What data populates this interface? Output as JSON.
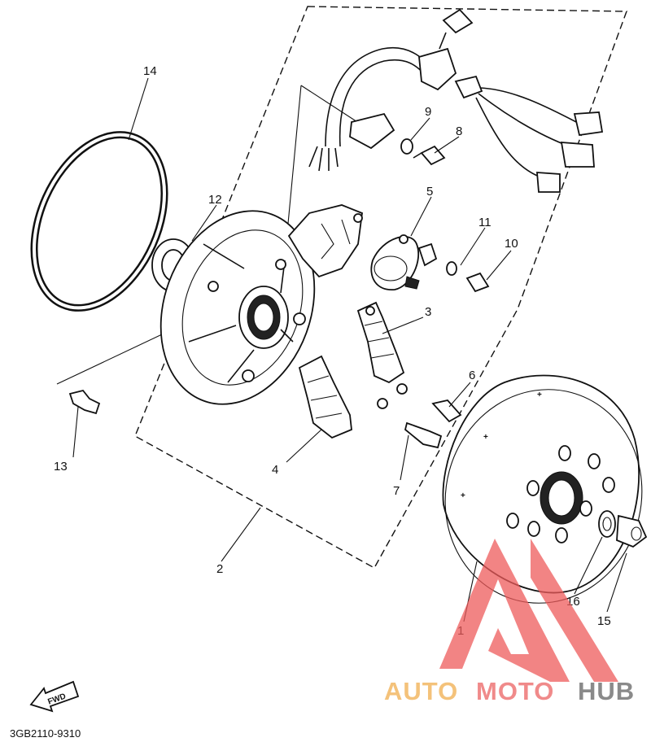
{
  "diagram": {
    "callouts": [
      {
        "id": "1",
        "text": "1"
      },
      {
        "id": "2",
        "text": "2"
      },
      {
        "id": "3",
        "text": "3"
      },
      {
        "id": "4",
        "text": "4"
      },
      {
        "id": "5",
        "text": "5"
      },
      {
        "id": "6",
        "text": "6"
      },
      {
        "id": "7",
        "text": "7"
      },
      {
        "id": "8",
        "text": "8"
      },
      {
        "id": "9",
        "text": "9"
      },
      {
        "id": "10",
        "text": "10"
      },
      {
        "id": "11",
        "text": "11"
      },
      {
        "id": "12",
        "text": "12"
      },
      {
        "id": "13",
        "text": "13"
      },
      {
        "id": "14",
        "text": "14"
      },
      {
        "id": "15",
        "text": "15"
      },
      {
        "id": "16",
        "text": "16"
      }
    ],
    "fwd_label": "FWD",
    "drawing_code": "3GB2110-9310"
  },
  "watermark": {
    "part1": "AUTO",
    "part2": "MOTO",
    "part3": "HUB",
    "colors": {
      "auto": "#f4c27a",
      "moto": "#f08a8a",
      "hub": "#8a8a8a",
      "logo": "#ee5b5b"
    }
  }
}
